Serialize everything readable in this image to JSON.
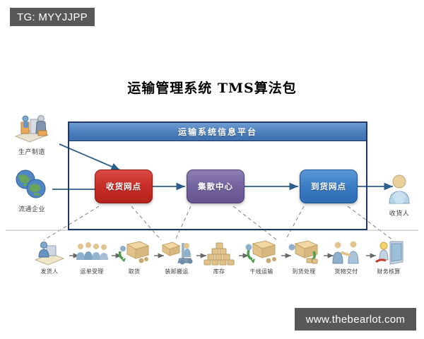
{
  "watermarks": {
    "top_left": "TG: MYYJJPP",
    "bottom_right": "www.thebearlot.com"
  },
  "title": "运输管理系统  TMS算法包",
  "platform": {
    "header_label": "运输系统信息平台",
    "nodes": [
      {
        "label": "收货网点",
        "color": "#c72d26",
        "role": "pickup-branch"
      },
      {
        "label": "集散中心",
        "color": "#74639e",
        "role": "distribution-center"
      },
      {
        "label": "到货网点",
        "color": "#3b7cc4",
        "role": "delivery-branch"
      }
    ]
  },
  "actors": {
    "left": [
      {
        "label": "生产制造",
        "icon": "factory-icon"
      },
      {
        "label": "流通企业",
        "icon": "globe-icon"
      }
    ],
    "right": [
      {
        "label": "收货人",
        "icon": "person-icon"
      }
    ]
  },
  "process_steps": [
    {
      "label": "发货人",
      "icon": "shipper-desk-icon"
    },
    {
      "label": "运单受理",
      "icon": "staff-group-icon"
    },
    {
      "label": "取货",
      "icon": "pickup-truck-icon"
    },
    {
      "label": "装卸搬运",
      "icon": "forklift-icon"
    },
    {
      "label": "库存",
      "icon": "stacked-boxes-icon"
    },
    {
      "label": "干线运输",
      "icon": "line-haul-truck-icon"
    },
    {
      "label": "到货处理",
      "icon": "arrival-truck-icon"
    },
    {
      "label": "货物交付",
      "icon": "handshake-icon"
    },
    {
      "label": "财务核算",
      "icon": "finance-door-icon"
    }
  ],
  "colors": {
    "frame_border": "#1f3864",
    "header_blue": "#4a7ebb",
    "arrow": "#2e5f8a",
    "dashed": "#8a8a8a",
    "watermark_bg": "#585858",
    "background": "#ffffff"
  }
}
